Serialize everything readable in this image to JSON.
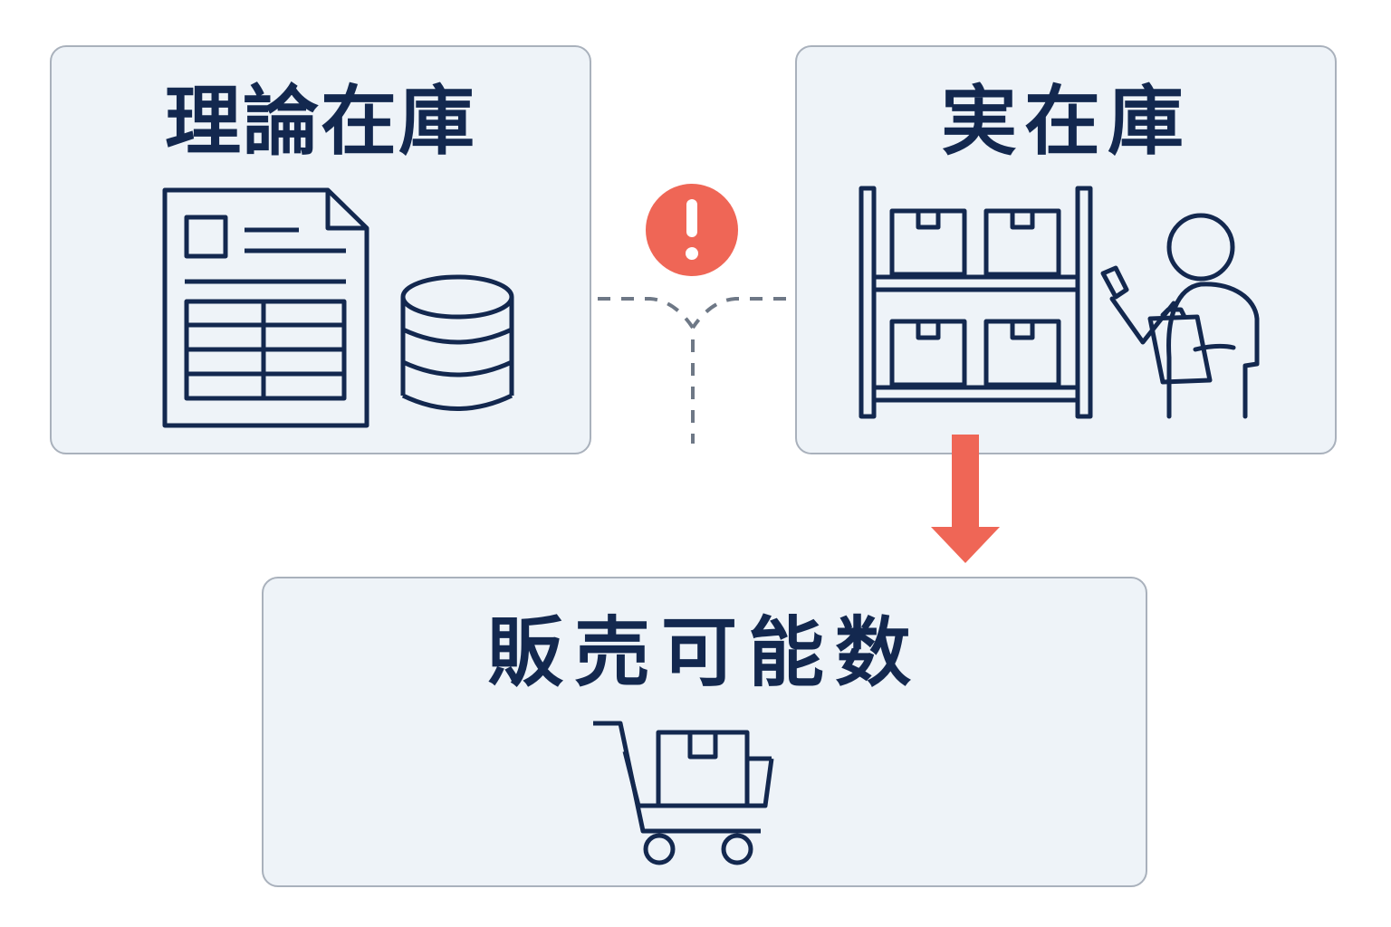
{
  "cards": {
    "theoretical": {
      "title": "理論在庫"
    },
    "actual": {
      "title": "実在庫"
    },
    "sellable": {
      "title": "販売可能数"
    }
  },
  "icons": {
    "theoretical": [
      "document-table-icon",
      "database-icon"
    ],
    "actual": [
      "warehouse-shelf-icon",
      "inspector-clipboard-icon"
    ],
    "sellable": [
      "shopping-cart-icon"
    ],
    "connector": [
      "alert-icon",
      "down-arrow-icon"
    ]
  },
  "colors": {
    "navy": "#13284f",
    "card_background": "#eef3f8",
    "card_border": "#a9b1bc",
    "alert": "#ef6656",
    "dashed_line": "#6e7886"
  }
}
